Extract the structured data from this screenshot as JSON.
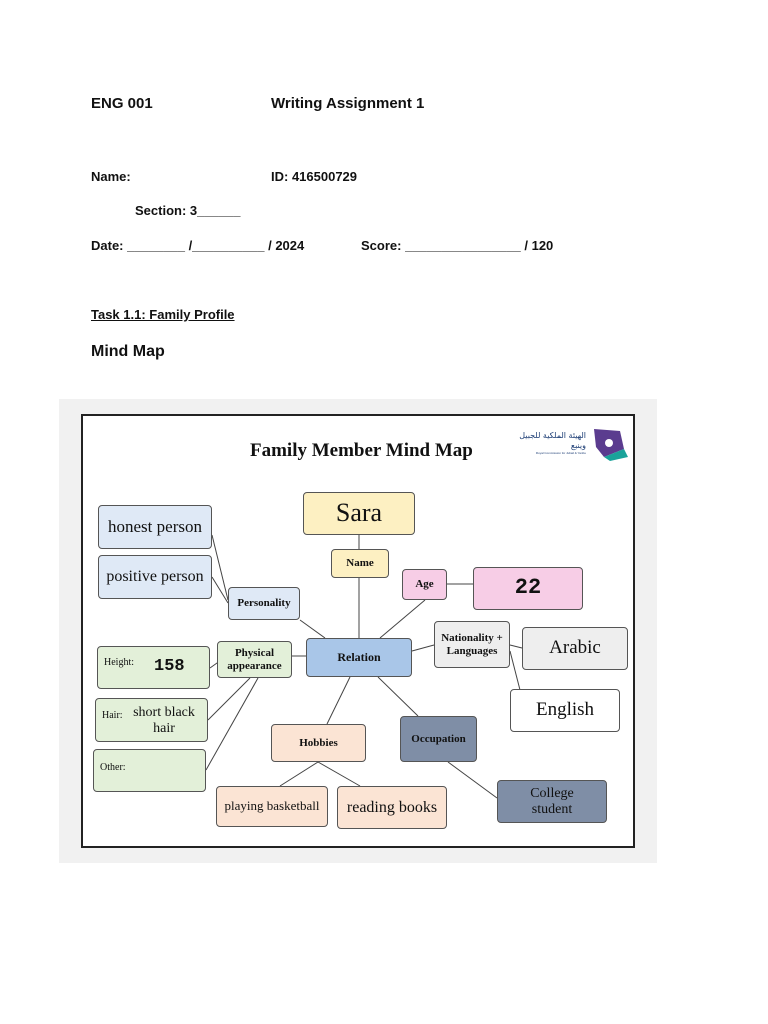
{
  "header": {
    "course": "ENG 001",
    "assignment": "Writing Assignment 1"
  },
  "fields": {
    "name_label": "Name:",
    "id": "ID: 416500729",
    "section": "Section: 3______",
    "date": "Date: ________ /__________ / 2024",
    "score": "Score: ________________ / 120"
  },
  "task": {
    "title": "Task 1.1: Family Profile",
    "subtitle": "Mind Map"
  },
  "mindmap": {
    "title": "Family Member Mind Map",
    "logo_text": "الهيئة الملكية للجبيل وينبع",
    "logo_subtext": "Royal Commission for Jubail & Yanbu",
    "name_value": "Sara",
    "name_label": "Name",
    "age_label": "Age",
    "age_value": "22",
    "personality_label": "Personality",
    "personality_1": "honest person",
    "personality_2": "positive person",
    "relation_label": "Relation",
    "nationality_label": "Nationality + Languages",
    "language_1": "Arabic",
    "language_2": "English",
    "physical_label": "Physical appearance",
    "height_label": "Height:",
    "height_value": "158",
    "hair_label": "Hair:",
    "hair_value": "short black hair",
    "other_label": "Other:",
    "hobbies_label": "Hobbies",
    "hobby_1": "playing basketball",
    "hobby_2": "reading books",
    "occupation_label": "Occupation",
    "occupation_value": "College student"
  },
  "colors": {
    "yellow": "#fdf0c2",
    "pink": "#f7cde6",
    "blue": "#a9c6e8",
    "light_blue": "#dfe9f6",
    "green": "#e3f0d9",
    "peach": "#fbe4d4",
    "slate": "#7f8ea6",
    "grey": "#eeeeee"
  }
}
